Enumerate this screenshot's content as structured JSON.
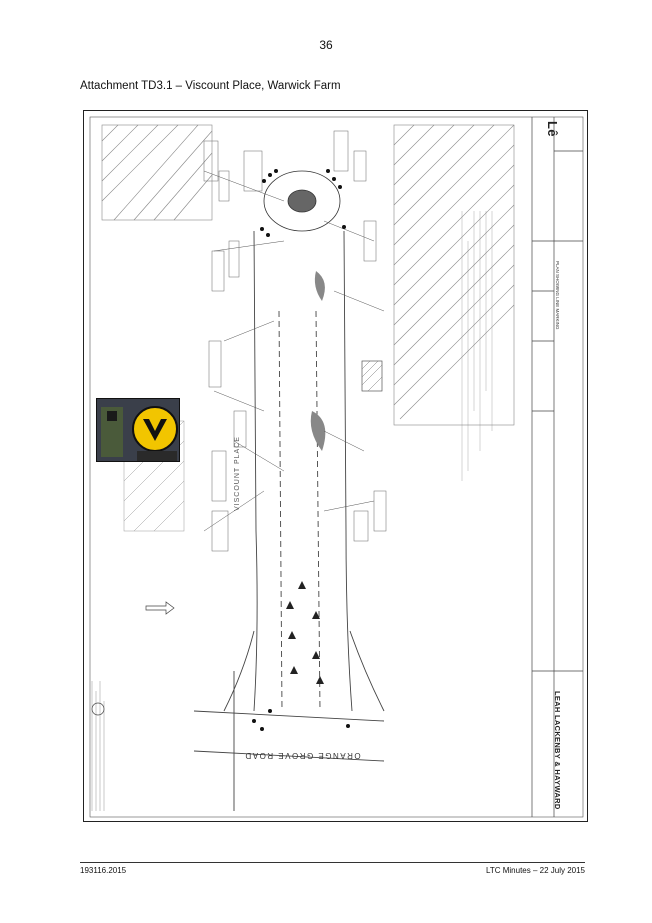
{
  "page": {
    "number": "36",
    "attachment_title": "Attachment TD3.1 – Viscount Place, Warwick Farm"
  },
  "drawing": {
    "road_label": "ORANGE GROVE ROAD",
    "street_label": "VISCOUNT PLACE",
    "drawing_title": "PLAN SHOWING LINE MARKING",
    "firm_name": "LEAH LACKENBY & HAYWARD",
    "logo_glyph": "Lê",
    "sign_photo": {
      "description_icon": "traffic-sign-chevron-icon",
      "sign_color": "#f2c500"
    }
  },
  "footer": {
    "left": "193116.2015",
    "right": "LTC Minutes – 22 July 2015"
  }
}
